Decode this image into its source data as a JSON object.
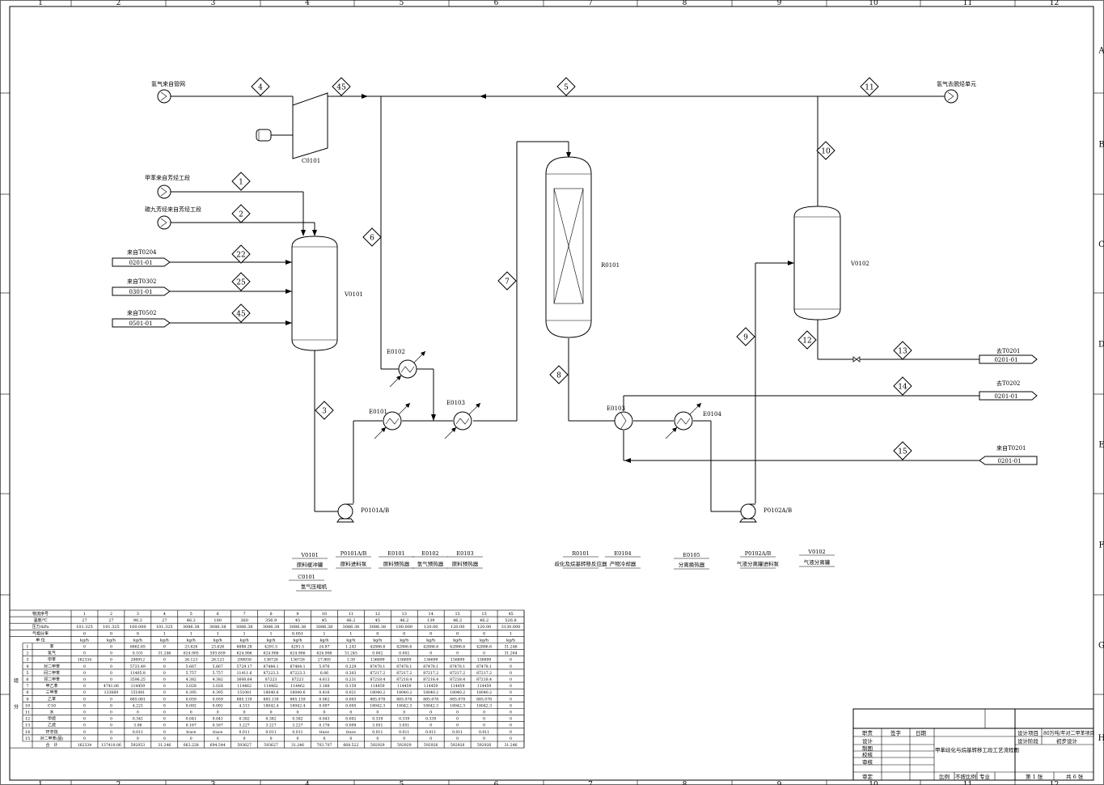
{
  "frame": {
    "col_numbers": [
      "1",
      "2",
      "3",
      "4",
      "5",
      "6",
      "7",
      "8",
      "9",
      "10",
      "11",
      "12"
    ],
    "row_letters": [
      "A",
      "B",
      "C",
      "D",
      "E",
      "F",
      "G",
      "H"
    ]
  },
  "sources": {
    "h2_in": "氢气来自管网",
    "h2_out": "氢气去脱烃单元",
    "toluene": "甲苯来自芳烃工段",
    "c9": "碳九芳烃来自芳烃工段",
    "from_t0204": "来自T0204",
    "from_t0302": "来自T0302",
    "from_t0502": "来自T0502",
    "to_t0201": "去T0201",
    "to_t0202": "去T0202",
    "from_t0201": "来自T0201"
  },
  "connectors": {
    "c1": "0201-01",
    "c2": "0301-01",
    "c3": "0501-01",
    "c4": "0201-01",
    "c5": "0201-01",
    "c6": "0201-01"
  },
  "stream_tags": [
    "4",
    "45",
    "5",
    "11",
    "10",
    "1",
    "2",
    "22",
    "25",
    "45",
    "6",
    "7",
    "3",
    "8",
    "9",
    "12",
    "13",
    "14",
    "15"
  ],
  "equipment": {
    "c0101": "C0101",
    "v0101": "V0101",
    "r0101": "R0101",
    "v0102": "V0102",
    "e0101": "E0101",
    "e0102": "E0102",
    "e0103_a": "E0103",
    "e0103_b": "E0103",
    "e0104": "E0104",
    "p0101": "P0101A/B",
    "p0102": "P0102A/B"
  },
  "legend": [
    {
      "tag": "V0101",
      "desc": "原料缓冲罐"
    },
    {
      "tag": "C0101",
      "desc": "氢气压缩机"
    },
    {
      "tag": "P0101A/B",
      "desc": "原料进料泵"
    },
    {
      "tag": "E0101",
      "desc": "原料预热器"
    },
    {
      "tag": "E0102",
      "desc": "氢气预热器"
    },
    {
      "tag": "E0103",
      "desc": "原料预热器"
    },
    {
      "tag": "R0101",
      "desc": "歧化及烷基转移反应器"
    },
    {
      "tag": "E0104",
      "desc": "产物冷却器"
    },
    {
      "tag": "E0105",
      "desc": "分离换热器"
    },
    {
      "tag": "P0102A/B",
      "desc": "气液分离罐进料泵"
    },
    {
      "tag": "V0102",
      "desc": "气液分离罐"
    }
  ],
  "stream_table": {
    "header_rows": [
      {
        "label": "物流序号",
        "values": [
          "1",
          "2",
          "3",
          "4",
          "5",
          "6",
          "7",
          "8",
          "9",
          "10",
          "11",
          "12",
          "13",
          "14",
          "15",
          "15",
          "45"
        ]
      },
      {
        "label": "温度/℃",
        "values": [
          "27",
          "27",
          "90.2",
          "27",
          "46.2",
          "100",
          "360",
          "356.9",
          "45",
          "45",
          "46.2",
          "45",
          "46.2",
          "139",
          "46.2",
          "46.2",
          "526.8"
        ]
      },
      {
        "label": "压力/kPa",
        "values": [
          "101.325",
          "101.325",
          "100.000",
          "101.325",
          "3086.38",
          "3086.38",
          "3086.38",
          "3086.38",
          "3086.38",
          "3086.38",
          "3086.38",
          "3086.38",
          "100.000",
          "120.00",
          "120.00",
          "120.00",
          "3130.000"
        ]
      },
      {
        "label": "气相分率",
        "values": [
          "0",
          "0",
          "0",
          "1",
          "1",
          "1",
          "1",
          "1",
          "0.051",
          "1",
          "1",
          "0",
          "0",
          "0",
          "0",
          "0",
          "1"
        ]
      },
      {
        "label": "单 位",
        "values": [
          "kg/h",
          "kg/h",
          "kg/h",
          "kg/h",
          "kg/h",
          "kg/h",
          "kg/h",
          "kg/h",
          "kg/h",
          "kg/h",
          "kg/h",
          "kg/h",
          "kg/h",
          "kg/h",
          "kg/h",
          "kg/h",
          "kg/h"
        ]
      }
    ],
    "side_label_1": "组",
    "side_label_2": "分",
    "rows": [
      {
        "n": "1",
        "name": "苯",
        "values": [
          "0",
          "0",
          "6862.65",
          "0",
          "23.626",
          "23.626",
          "6886.28",
          "4291.5",
          "4291.5",
          "24.87",
          "1.243",
          "42886.6",
          "42886.6",
          "42886.6",
          "42886.6",
          "42886.6",
          "31.246"
        ]
      },
      {
        "n": "2",
        "name": "氢气",
        "values": [
          "0",
          "0",
          "0.101",
          "31.246",
          "624.905",
          "593.659",
          "624.906",
          "624.906",
          "624.906",
          "624.906",
          "31.245",
          "0.002",
          "0.002",
          "0",
          "0",
          "0",
          "31.264"
        ]
      },
      {
        "n": "3",
        "name": "甲苯",
        "values": [
          "162334",
          "0",
          "298912",
          "0",
          "26.123",
          "26.123",
          "298938",
          "136726",
          "136726",
          "27.805",
          "1.39",
          "136699",
          "136699",
          "136699",
          "136699",
          "136699",
          "0"
        ]
      },
      {
        "n": "4",
        "name": "对二甲苯",
        "values": [
          "0",
          "0",
          "5723.49",
          "0",
          "5.667",
          "5.667",
          "5729.17",
          "87484.1",
          "87484.1",
          "5.976",
          "0.229",
          "87478.1",
          "87478.1",
          "87478.1",
          "87478.1",
          "87478.1",
          "0"
        ]
      },
      {
        "n": "5",
        "name": "间二甲苯",
        "values": [
          "0",
          "0",
          "11405.8",
          "0",
          "5.757",
          "5.757",
          "11411.6",
          "87223.3",
          "87223.3",
          "6.06",
          "0.303",
          "87217.2",
          "87217.2",
          "87217.2",
          "87217.2",
          "87217.2",
          "0"
        ]
      },
      {
        "n": "6",
        "name": "邻二甲苯",
        "values": [
          "0",
          "0",
          "3596.25",
          "0",
          "4.382",
          "4.382",
          "3600.64",
          "87223",
          "87223",
          "4.613",
          "0.231",
          "87218.4",
          "87218.4",
          "87218.4",
          "87218.4",
          "87218.4",
          "0"
        ]
      },
      {
        "n": "7",
        "name": "甲乙苯",
        "values": [
          "0",
          "4741.06",
          "114459",
          "0",
          "3.028",
          "3.028",
          "114462",
          "114462",
          "114462",
          "3.188",
          "0.159",
          "114459",
          "114459",
          "114459",
          "114459",
          "114459",
          "0"
        ]
      },
      {
        "n": "8",
        "name": "三甲苯",
        "values": [
          "0",
          "133669",
          "151081",
          "0",
          "0.395",
          "0.395",
          "151081",
          "18040.6",
          "18040.6",
          "0.416",
          "0.021",
          "18040.2",
          "18040.2",
          "18040.2",
          "18040.2",
          "18040.2",
          "0"
        ]
      },
      {
        "n": "9",
        "name": "乙苯",
        "values": [
          "0",
          "0",
          "885.081",
          "0",
          "0.059",
          "0.059",
          "885.139",
          "885.139",
          "885.139",
          "0.062",
          "0.003",
          "885.078",
          "885.078",
          "885.078",
          "885.078",
          "885.078",
          "0"
        ]
      },
      {
        "n": "10",
        "name": "C10",
        "values": [
          "0",
          "0",
          "4.221",
          "0",
          "0.092",
          "0.092",
          "4.313",
          "18042.4",
          "18042.4",
          "0.097",
          "0.005",
          "18042.3",
          "18042.3",
          "18042.3",
          "18042.3",
          "18042.3",
          "0"
        ]
      },
      {
        "n": "11",
        "name": "水",
        "values": [
          "0",
          "0",
          "0",
          "0",
          "0",
          "0",
          "0",
          "0",
          "0",
          "0",
          "0",
          "0",
          "0",
          "0",
          "0",
          "0",
          "0"
        ]
      },
      {
        "n": "12",
        "name": "甲烷",
        "values": [
          "0",
          "0",
          "0.341",
          "0",
          "0.041",
          "0.041",
          "0.382",
          "0.382",
          "0.382",
          "0.043",
          "0.002",
          "0.339",
          "0.339",
          "0.339",
          "0",
          "0",
          "0"
        ]
      },
      {
        "n": "13",
        "name": "乙烷",
        "values": [
          "0",
          "0",
          "3.06",
          "0",
          "0.167",
          "0.167",
          "3.227",
          "3.227",
          "3.227",
          "0.176",
          "0.009",
          "3.051",
          "3.051",
          "0",
          "0",
          "0",
          "0"
        ]
      },
      {
        "n": "14",
        "name": "环辛烷",
        "values": [
          "0",
          "0",
          "0.011",
          "0",
          "trace",
          "trace",
          "0.011",
          "0.011",
          "0.011",
          "trace",
          "trace",
          "0.011",
          "0.011",
          "0.011",
          "0.011",
          "0.011",
          "0"
        ]
      },
      {
        "n": "15",
        "name": "对二甲苯(固)",
        "values": [
          "0",
          "0",
          "0",
          "0",
          "0",
          "0",
          "0",
          "0",
          "0",
          "0",
          "0",
          "0",
          "0",
          "0",
          "0",
          "0",
          "0"
        ]
      },
      {
        "n": "",
        "name": "合　计",
        "values": [
          "162334",
          "137410.06",
          "592053",
          "31.246",
          "663.228",
          "694.544",
          "593627",
          "593627",
          "31.246",
          "703.707",
          "668.522",
          "592929",
          "592929",
          "592926",
          "592926",
          "592926",
          "31.246"
        ]
      }
    ]
  },
  "title_block": {
    "design_project_label": "设计项目",
    "design_project": "80万吨/年对二甲苯项目",
    "design_stage_label": "设计阶段",
    "design_stage": "初步设计",
    "roles": [
      "职责",
      "设计",
      "制图",
      "校核",
      "审核",
      "审定"
    ],
    "sign": "签字",
    "date": "日期",
    "drawing_title": "甲苯歧化与烷基转移工段工艺流程图",
    "scale": "比例",
    "scale_value": "不按比例",
    "major": "专业",
    "sheet": "第 1 张",
    "total": "共 6 张"
  }
}
